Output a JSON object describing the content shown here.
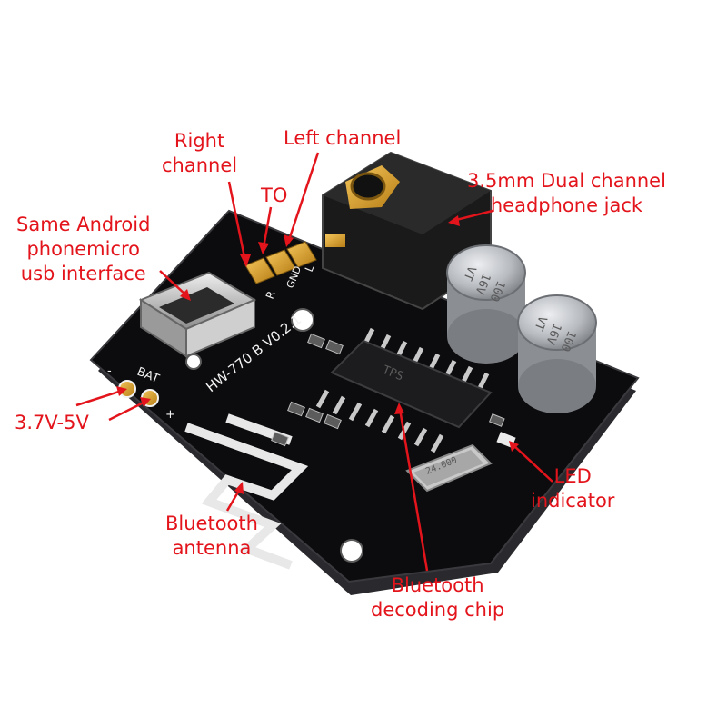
{
  "colors": {
    "label": "#e3141b",
    "pcb": "#0c0c0e",
    "pcb_edge": "#3a3a3e",
    "silkscreen": "#f2f2f2",
    "gold": "#d9a02a",
    "capacitor": "#b9bcc1",
    "jack": "#1a1a1a"
  },
  "labels": {
    "right_channel": [
      "Right",
      "channel"
    ],
    "left_channel": "Left channel",
    "to": "TO",
    "headphone_jack": [
      "3.5mm Dual channel",
      "headphone jack"
    ],
    "usb": [
      "Same Android",
      "phonemicro",
      "usb interface"
    ],
    "voltage": "3.7V-5V",
    "led": [
      "LED",
      "indicator"
    ],
    "antenna": [
      "Bluetooth",
      "antenna"
    ],
    "chip": [
      "Bluetooth",
      "decoding chip"
    ]
  },
  "board": {
    "model": "HW-770 B V0.2.1",
    "bat": "BAT",
    "pin_l": "L",
    "pin_gnd": "GND",
    "pin_r": "R",
    "plus": "+",
    "minus": "-",
    "cap_value": "100",
    "cap_voltage": "16V",
    "cap_brand": "VT",
    "chip_marking": "TPS",
    "crystal_marking": "24.000"
  }
}
